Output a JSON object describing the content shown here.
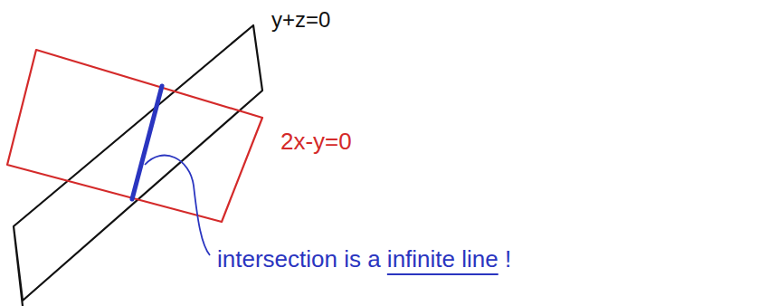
{
  "diagram": {
    "labels": [
      "y+z=0",
      "2x-y=0",
      "intersection is a infinite line !"
    ]
  }
}
